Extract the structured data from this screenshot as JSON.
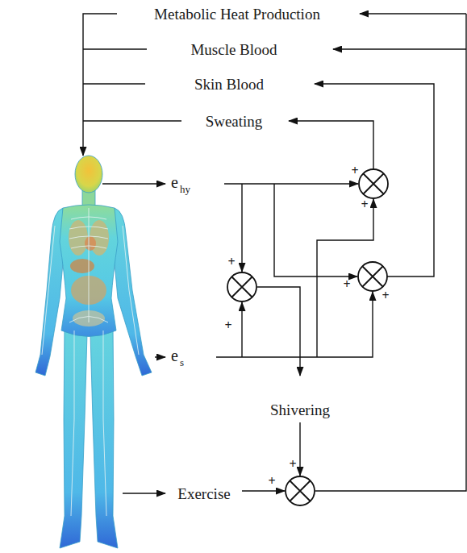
{
  "diagram": {
    "labels": [
      "Metabolic Heat Production",
      "Muscle Blood",
      "Skin Blood",
      "Sweating",
      "e",
      "hy",
      "e",
      "s",
      "Shivering",
      "Exercise",
      "+",
      "+",
      "+",
      "+",
      "+",
      "+",
      "+",
      "+"
    ]
  }
}
